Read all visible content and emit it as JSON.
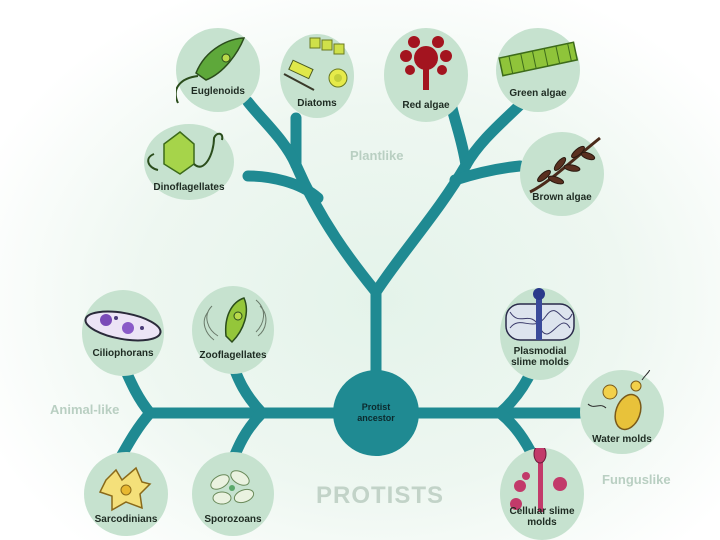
{
  "diagram": {
    "title": "PROTISTS",
    "root": "Protist ancestor",
    "colors": {
      "branch": "#1f8a92",
      "node_fill": "#c6e2cf",
      "group_label": "#b9cfc2"
    },
    "groups": [
      {
        "name": "Plantlike",
        "members": [
          "Euglenoids",
          "Diatoms",
          "Red algae",
          "Green algae",
          "Dinoflagellates",
          "Brown algae"
        ]
      },
      {
        "name": "Animal-like",
        "members": [
          "Ciliophorans",
          "Zooflagellates",
          "Sarcodinians",
          "Sporozoans"
        ]
      },
      {
        "name": "Funguslike",
        "members": [
          "Plasmodial slime molds",
          "Water molds",
          "Cellular slime molds"
        ]
      }
    ],
    "nodes": {
      "euglenoids": "Euglenoids",
      "diatoms": "Diatoms",
      "red_algae": "Red algae",
      "green_algae": "Green algae",
      "dinoflagellates": "Dinoflagellates",
      "brown_algae": "Brown algae",
      "ciliophorans": "Ciliophorans",
      "zooflagellates": "Zooflagellates",
      "sarcodinians": "Sarcodinians",
      "sporozoans": "Sporozoans",
      "plasmodial_1": "Plasmodial",
      "plasmodial_2": "slime molds",
      "water_molds": "Water molds",
      "cellular_1": "Cellular slime",
      "cellular_2": "molds"
    },
    "labels": {
      "plantlike": "Plantlike",
      "animal_like": "Animal-like",
      "funguslike": "Funguslike",
      "title": "PROTISTS",
      "ancestor_1": "Protist",
      "ancestor_2": "ancestor"
    }
  }
}
